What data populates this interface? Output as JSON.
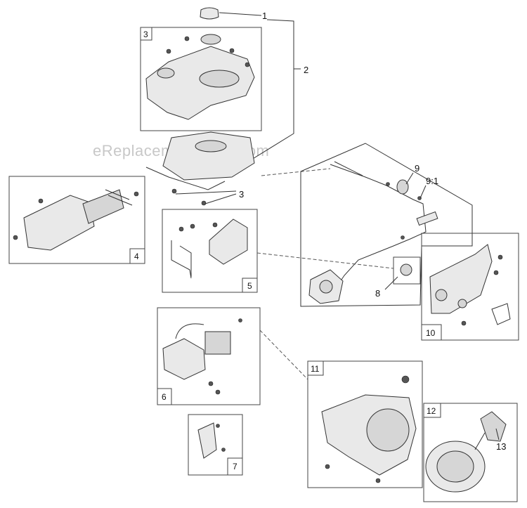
{
  "watermark": "eReplacementParts.com",
  "callouts": {
    "c1": "1",
    "c2": "2",
    "c3": "3",
    "c8": "8",
    "c9": "9",
    "c9_1": "9:1",
    "c13": "13"
  },
  "boxes": {
    "b3": "3",
    "b4": "4",
    "b5": "5",
    "b6": "6",
    "b7": "7",
    "b10": "10",
    "b11": "11",
    "b12": "12"
  }
}
